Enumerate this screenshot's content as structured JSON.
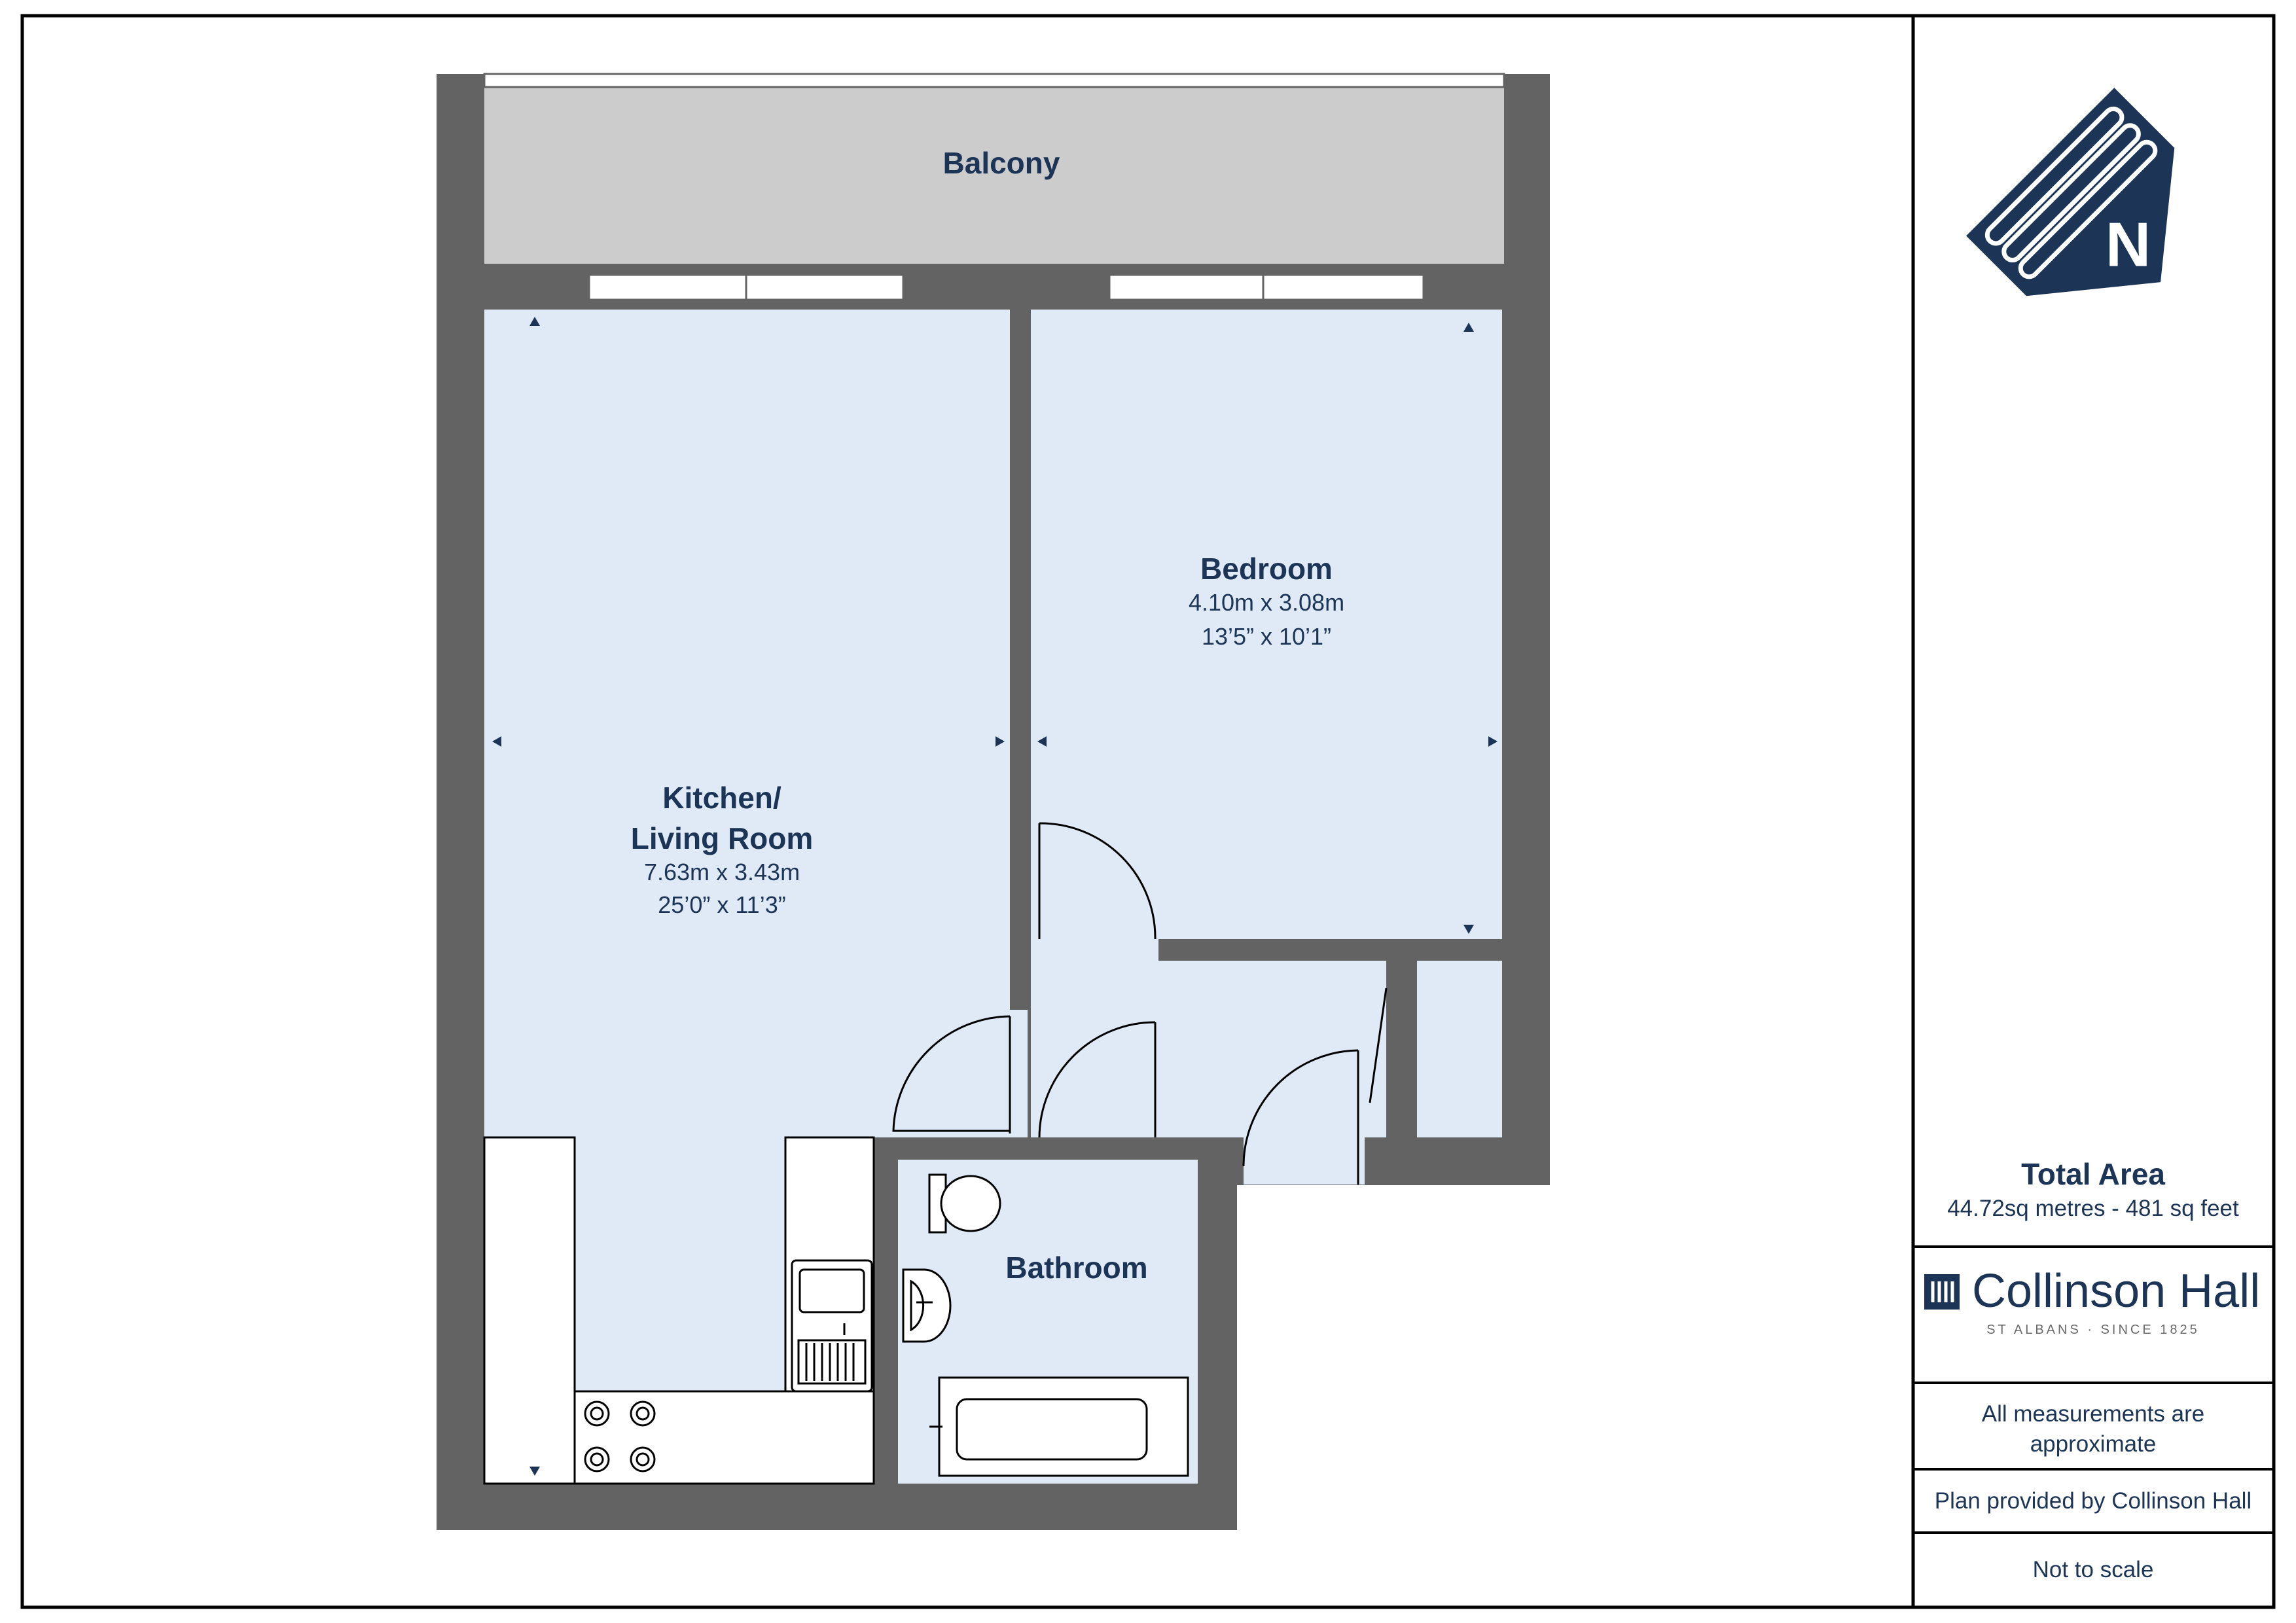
{
  "rooms": {
    "balcony": {
      "label": "Balcony"
    },
    "bedroom": {
      "label": "Bedroom",
      "metric": "4.10m x 3.08m",
      "imperial": "13’5” x 10’1”"
    },
    "kitchen": {
      "label_line1": "Kitchen/",
      "label_line2": "Living Room",
      "metric": "7.63m x 3.43m",
      "imperial": "25’0” x 11’3”"
    },
    "bathroom": {
      "label": "Bathroom"
    }
  },
  "compass": {
    "letter": "N",
    "icon": "north-arrow-icon"
  },
  "panel": {
    "total_area_title": "Total Area",
    "total_area_value": "44.72sq metres - 481 sq feet",
    "brand_name": "Collinson Hall",
    "brand_tagline": "ST ALBANS · SINCE 1825",
    "note_line1": "All measurements are",
    "note_line2": "approximate",
    "provided_by": "Plan provided by Collinson Hall",
    "scale_note": "Not to scale"
  },
  "colors": {
    "wall": "#636363",
    "room_fill": "#e0eaf6",
    "balcony_fill": "#cccccc",
    "text": "#1c3557",
    "compass": "#1c3557"
  }
}
